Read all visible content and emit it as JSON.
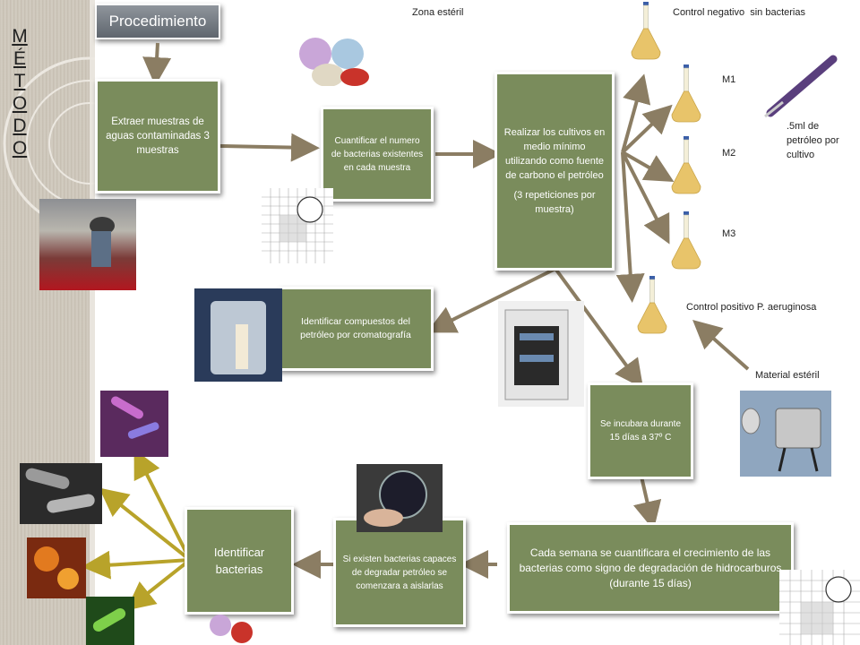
{
  "sidebar": {
    "vertical_title_letters": [
      "M",
      "É",
      "T",
      "O",
      "D",
      "O"
    ]
  },
  "header": {
    "title": "Procedimiento"
  },
  "boxes": {
    "extract": "Extraer muestras de aguas contaminadas 3 muestras",
    "quantify": "Cuantificar el numero de bacterias existentes en cada muestra",
    "cultures": "Realizar los cultivos en medio mínimo utilizando como fuente de carbono el petróleo",
    "cultures_note": "(3 repeticiones por muestra)",
    "identify_compounds": "Identificar compuestos del petróleo por cromatografía",
    "incubate": "Se incubara durante 15 días a 37º C",
    "weekly": "Cada semana se cuantificara el crecimiento de las bacterias como signo de degradación de hidrocarburos (durante 15 días)",
    "isolate": "Si existen bacterias capaces de degradar petróleo se comenzara a aislarlas",
    "identify_bacteria": "Identificar bacterias"
  },
  "labels": {
    "sterile_zone": "Zona estéril",
    "negative_control": "Control negativo  sin bacterias",
    "m1": "M1",
    "m2": "M2",
    "m3": "M3",
    "petroleum_note": ".5ml de petróleo por cultivo",
    "positive_control": "Control positivo P. aeruginosa",
    "sterile_material": "Material estéril"
  },
  "colors": {
    "box_green": "#7a8c5c",
    "arrow_brown": "#8b7d63",
    "arrow_yellow": "#b8a32a",
    "flask_liquid": "#e8c46a"
  }
}
